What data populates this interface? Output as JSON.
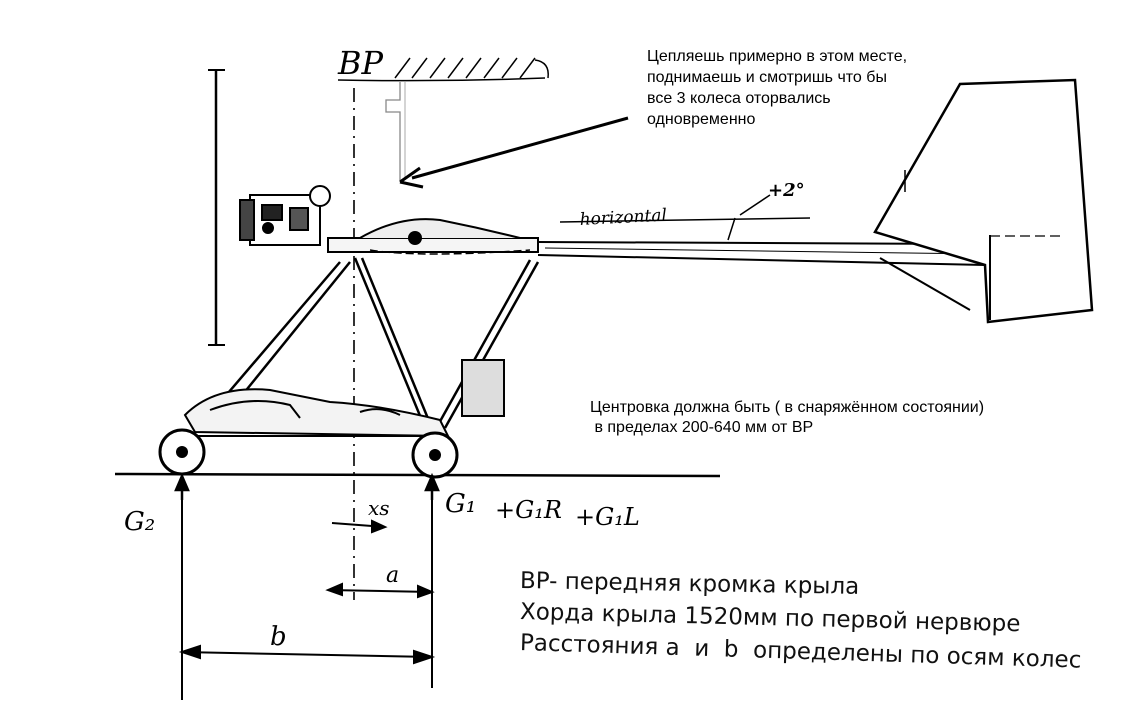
{
  "drawing": {
    "bp_label": "BP",
    "horizontal_label": "horizontal",
    "angle_label": "+2°",
    "g2_label": "G₂",
    "g1_label": "G₁",
    "g1_r_label": "+G₁R",
    "g1_l_label": "+G₁L",
    "xs_label": "xs",
    "a_label": "a",
    "b_label": "b"
  },
  "notes": {
    "hook_note": [
      "Цепляешь примерно в этом месте,",
      "поднимаешь и смотришь что бы",
      "все 3 колеса оторвались",
      "одновременно"
    ],
    "cg_note": [
      "Центровка должна быть ( в снаряжённом состоянии)",
      " в пределах 200-640 мм от BP"
    ],
    "caption": [
      "BP- передняя кромка крыла",
      "Хорда крыла 1520мм по первой нервюре",
      "Расстояния a  и  b  определены по осям колес"
    ]
  }
}
